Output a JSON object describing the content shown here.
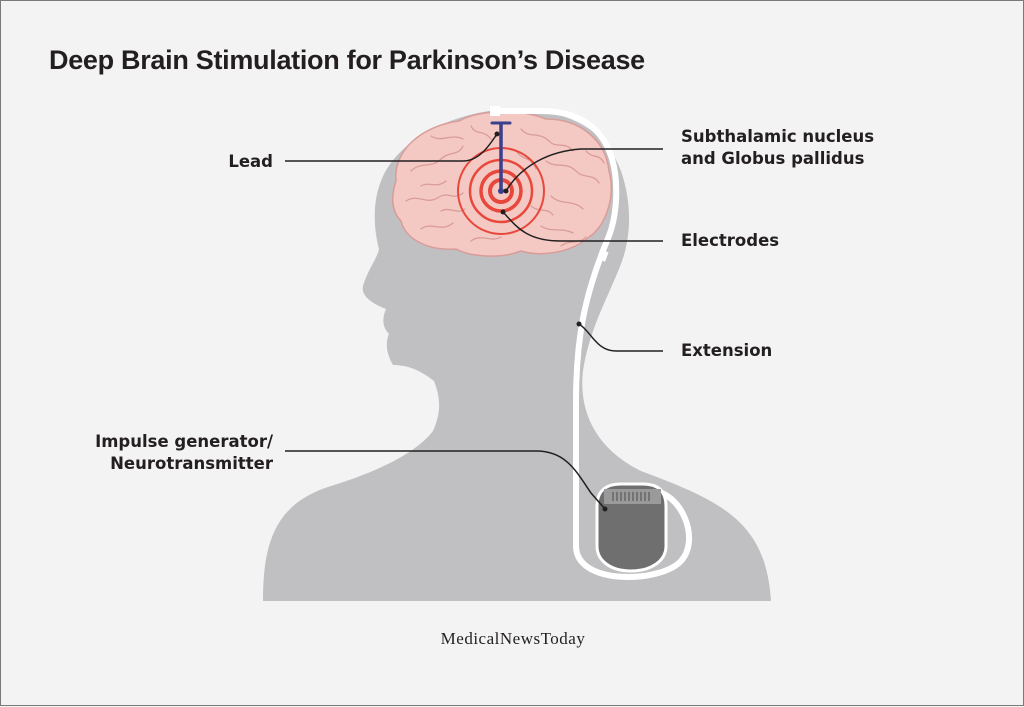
{
  "title": "Deep Brain Stimulation for Parkinson’s Disease",
  "labels": {
    "lead": "Lead",
    "target_line1": "Subthalamic nucleus",
    "target_line2": "and Globus pallidus",
    "electrodes": "Electrodes",
    "extension": "Extension",
    "generator_line1": "Impulse generator/",
    "generator_line2": "Neurotransmitter"
  },
  "brand": "MedicalNewsToday",
  "colors": {
    "background": "#f3f3f3",
    "silhouette": "#c0c0c2",
    "brain": "#f4c9c4",
    "brain_folds": "#d99c98",
    "rings": "#e8483b",
    "lead": "#3b3f8c",
    "wire": "#ffffff",
    "device": "#6f6f6f",
    "text": "#231f20"
  }
}
